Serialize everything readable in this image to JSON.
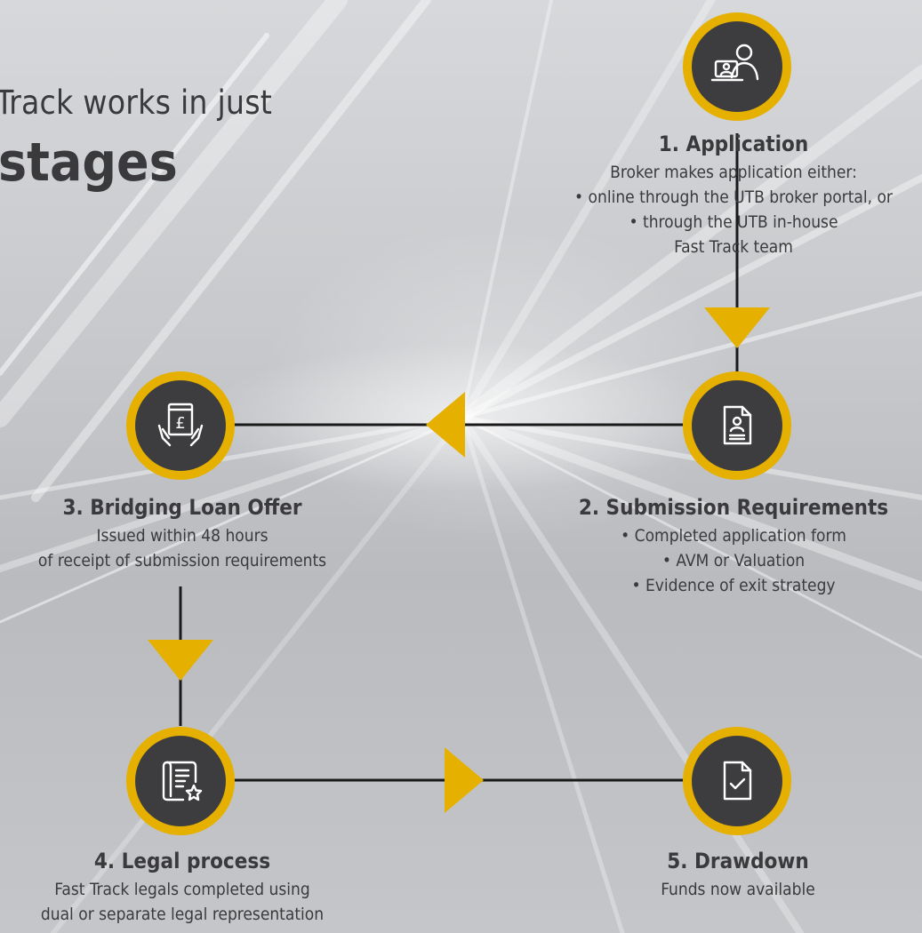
{
  "heading": {
    "line1": "Track works in just",
    "line2": "stages"
  },
  "colors": {
    "accent": "#e6b000",
    "icon_bg": "#3d3d3f",
    "text": "#3a3a3c",
    "connector": "#1a1a1a"
  },
  "steps": [
    {
      "title": "1. Application",
      "icon": "person-laptop-icon",
      "lines": [
        "Broker makes application either:",
        "• online through the UTB broker portal, or",
        "• through the UTB in-house",
        "Fast Track team"
      ]
    },
    {
      "title": "2. Submission Requirements",
      "icon": "document-person-icon",
      "lines": [
        "• Completed application form",
        "• AVM or Valuation",
        "• Evidence of exit strategy"
      ]
    },
    {
      "title": "3. Bridging Loan Offer",
      "icon": "hands-pound-tablet-icon",
      "lines": [
        "Issued within 48 hours",
        "of receipt of submission requirements"
      ]
    },
    {
      "title": "4. Legal process",
      "icon": "scroll-star-icon",
      "lines": [
        "Fast Track legals completed using",
        "dual or separate legal representation"
      ]
    },
    {
      "title": "5. Drawdown",
      "icon": "document-check-icon",
      "lines": [
        "Funds now available"
      ]
    }
  ]
}
